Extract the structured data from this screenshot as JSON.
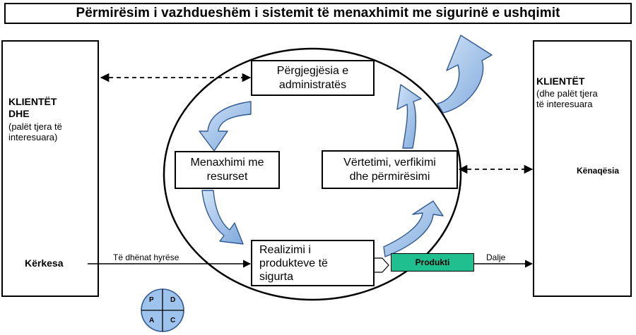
{
  "title": "Përmirësim i vazhdueshëm i sistemit të menaxhimit me sigurinë e ushqimit",
  "left_panel": {
    "heading_line1": "KLIENTËT",
    "heading_line2": "DHE",
    "sub_line1": "(palët tjera të",
    "sub_line2": "interesuara)",
    "requirement": "Kërkesa"
  },
  "right_panel": {
    "heading": "KLIENTËT",
    "sub_line1": "(dhe palët tjera",
    "sub_line2": "të interesuara",
    "satisfaction": "Kënaqësia"
  },
  "process": {
    "management_responsibility": [
      "Përgjegjësia e",
      "administratës"
    ],
    "resource_management": [
      "Menaxhimi me",
      "resurset"
    ],
    "verification": [
      "Vërtetimi, verfikimi",
      "dhe përmirësimi"
    ],
    "realization": [
      "Realizimi i",
      "produkteve të",
      "sigurta"
    ]
  },
  "labels": {
    "input_data": "Të dhënat hyrëse",
    "product": "Produkti",
    "output": "Dalje"
  },
  "pdca": {
    "p": "P",
    "d": "D",
    "a": "A",
    "c": "C"
  },
  "colors": {
    "arrow_fill": "#a9c8ec",
    "arrow_stroke": "#2f5a96",
    "product_fill": "#1fbf8f"
  }
}
